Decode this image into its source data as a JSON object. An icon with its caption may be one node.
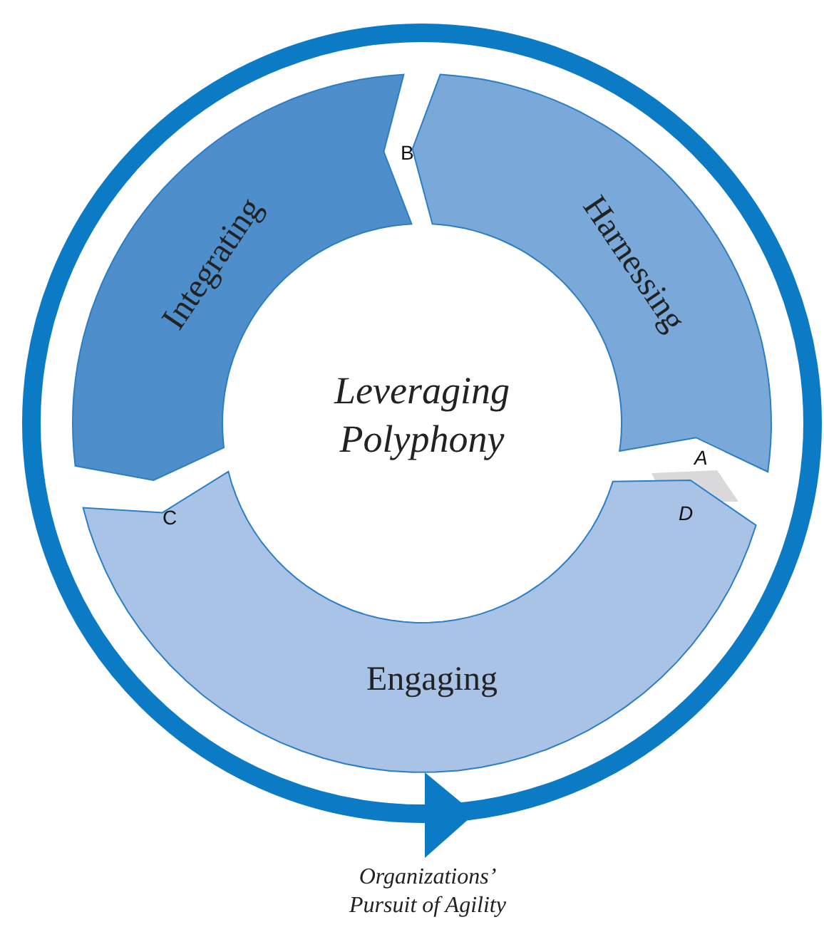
{
  "diagram": {
    "nodes": [
      {
        "text": [
          "Integrating"
        ]
      },
      {
        "text": [
          "Harnessing"
        ]
      },
      {
        "text": [
          "Leveraging Polyphony"
        ]
      },
      {
        "text": [
          "Engaging"
        ]
      }
    ],
    "labels": [
      "B",
      "A",
      "C",
      "D",
      "Organizations’ Pursuit of Agility"
    ]
  }
}
